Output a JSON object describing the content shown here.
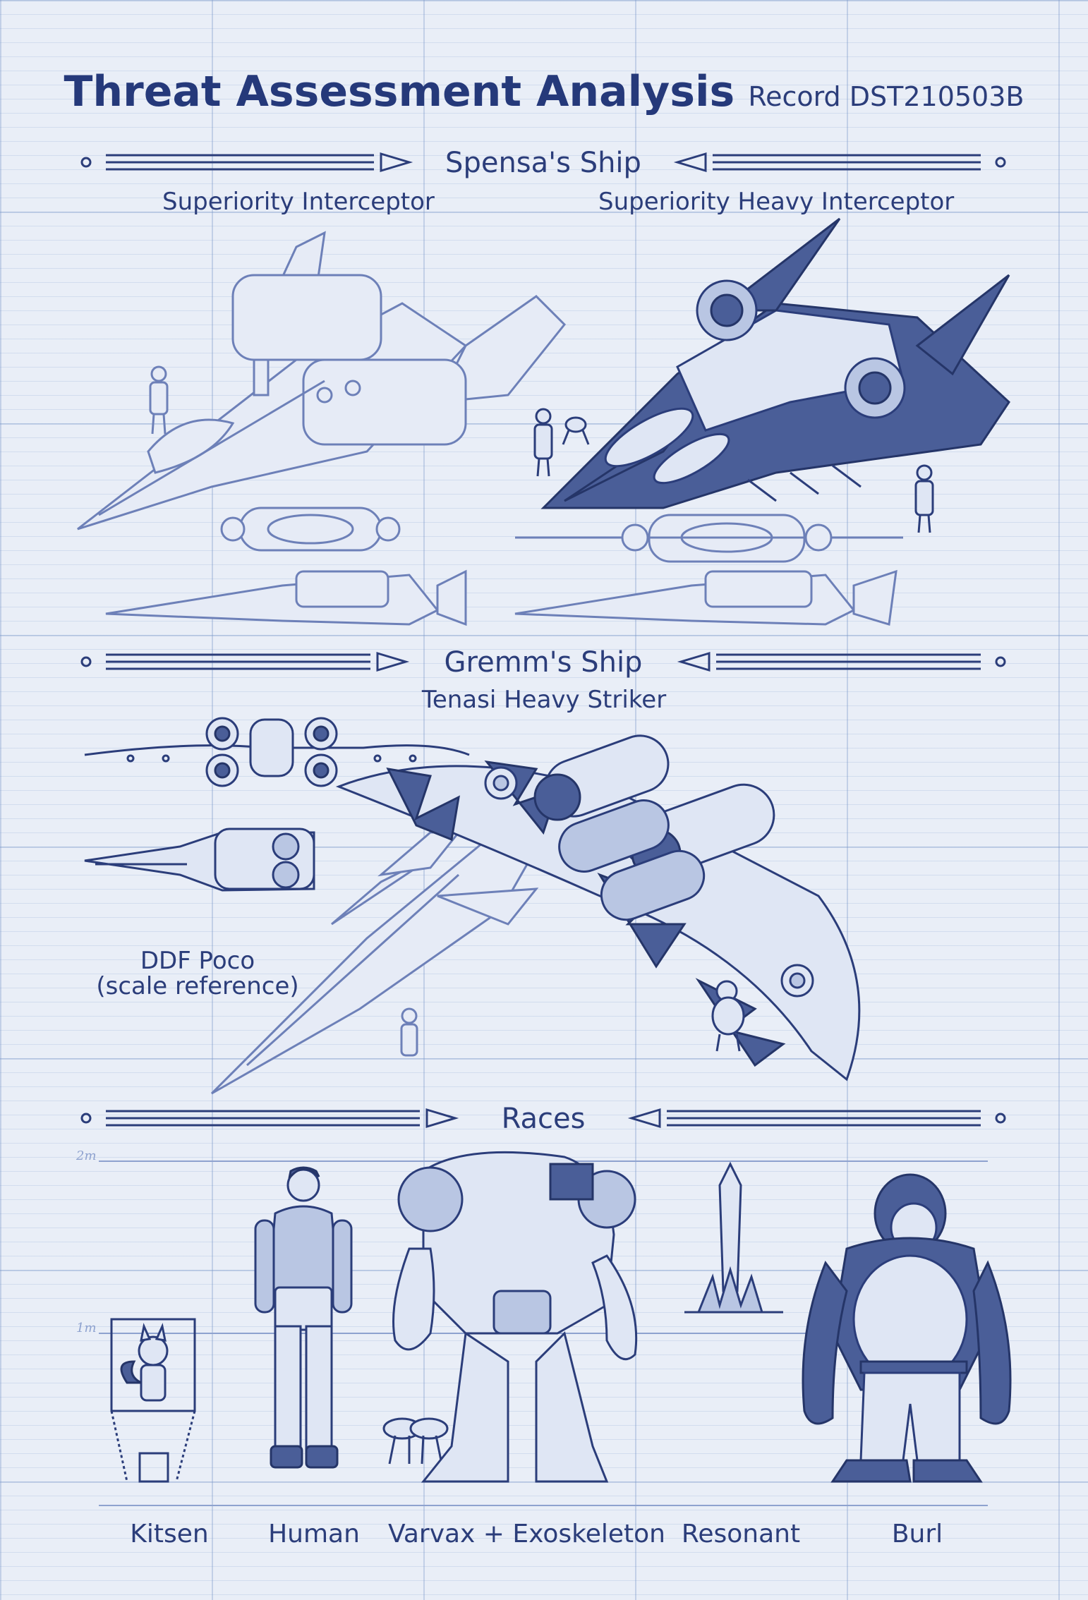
{
  "header": {
    "title": "Threat Assessment Analysis",
    "record": "Record DST210503B"
  },
  "sections": {
    "spensa": {
      "heading": "Spensa's Ship",
      "left_label": "Superiority Interceptor",
      "right_label": "Superiority Heavy Interceptor"
    },
    "gremm": {
      "heading": "Gremm's Ship",
      "subtitle": "Tenasi Heavy Striker",
      "scale_note_line1": "DDF Poco",
      "scale_note_line2": "(scale reference)"
    },
    "races": {
      "heading": "Races",
      "scale_2m": "2m",
      "scale_1m": "1m",
      "labels": [
        "Kitsen",
        "Human",
        "Varvax + Exoskeleton",
        "Resonant",
        "Burl"
      ]
    }
  },
  "colors": {
    "ink": "#2b3d7a",
    "paper": "#e9eef7",
    "grid": "#8ea2cf"
  }
}
